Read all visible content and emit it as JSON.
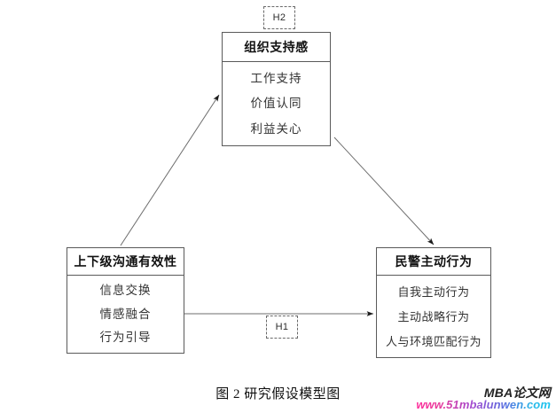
{
  "figure": {
    "caption": "图 2 研究假设模型图",
    "background_color": "#ffffff",
    "line_color": "#5a5a5a",
    "text_color": "#333333"
  },
  "boxes": {
    "organizational_support": {
      "title": "组织支持感",
      "items": [
        "工作支持",
        "价值认同",
        "利益关心"
      ]
    },
    "communication_effectiveness": {
      "title": "上下级沟通有效性",
      "items": [
        "信息交换",
        "情感融合",
        "行为引导"
      ]
    },
    "proactive_behavior": {
      "title": "民警主动行为",
      "items": [
        "自我主动行为",
        "主动战略行为",
        "人与环境匹配行为"
      ]
    }
  },
  "hypotheses": {
    "h1": "H1",
    "h2": "H2"
  },
  "connectors": [
    {
      "name": "communication-to-organizational-support",
      "from": "communication_effectiveness",
      "to": "organizational_support",
      "style": "solid-arrow",
      "hypothesis": "H2"
    },
    {
      "name": "organizational-support-to-proactive-behavior",
      "from": "organizational_support",
      "to": "proactive_behavior",
      "style": "solid-arrow",
      "hypothesis": "H2"
    },
    {
      "name": "communication-to-proactive-behavior",
      "from": "communication_effectiveness",
      "to": "proactive_behavior",
      "style": "solid-arrow",
      "hypothesis": "H1"
    }
  ],
  "watermark": {
    "brand": "MBA论文网",
    "url": "www.51mbalunwen.com",
    "gradient_from": "#ff2d9b",
    "gradient_to": "#19c6f0"
  }
}
